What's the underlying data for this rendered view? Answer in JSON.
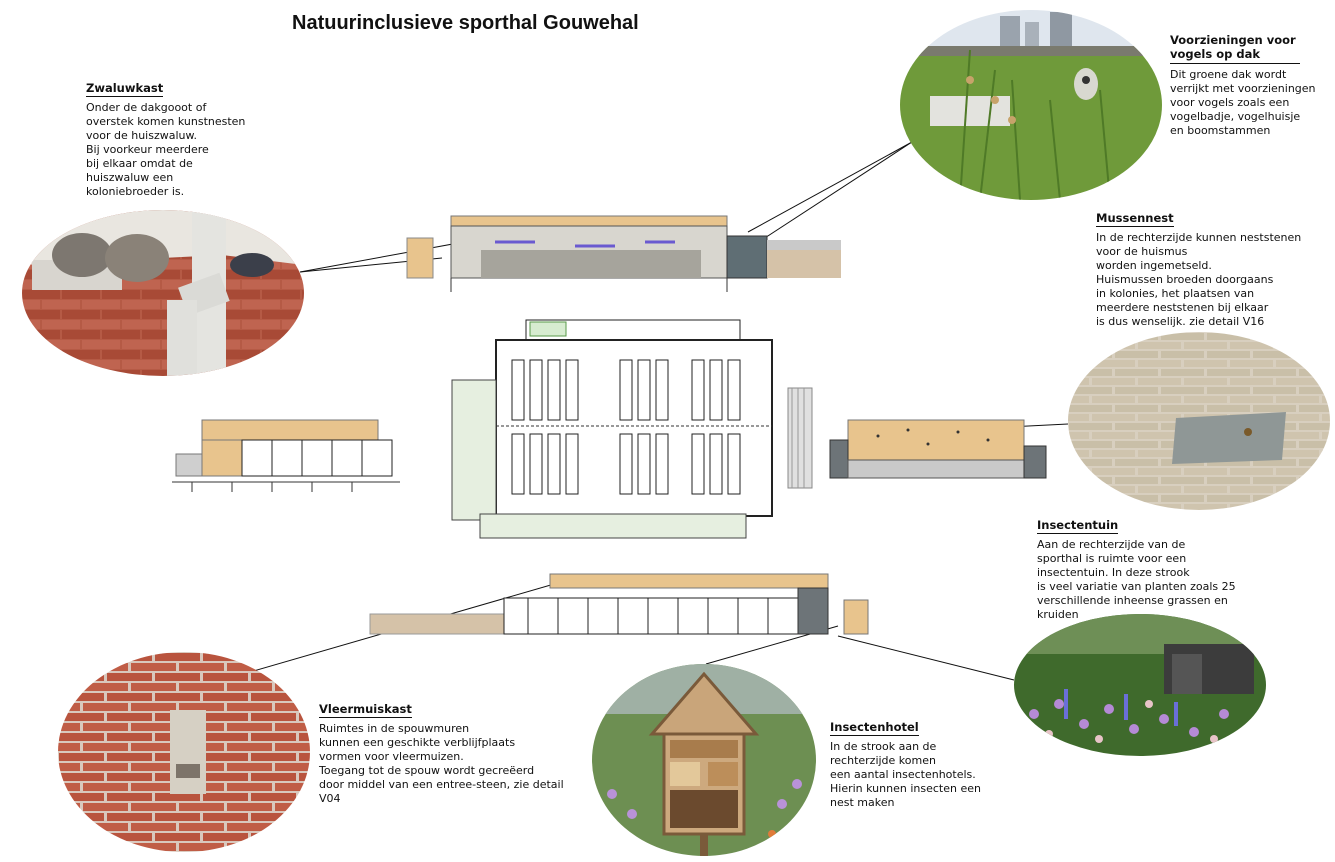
{
  "title": "Natuurinclusieve sporthal Gouwehal",
  "annotations": {
    "zwaluwkast": {
      "heading": "Zwaluwkast",
      "lines": [
        "Onder de dakgooot of",
        "overstek komen kunstnesten",
        "voor de huiszwaluw.",
        "Bij voorkeur meerdere",
        "bij elkaar omdat de",
        "huiszwaluw een",
        "koloniebroeder is."
      ]
    },
    "vogels": {
      "heading_lines": [
        "Voorzieningen voor",
        "vogels op dak"
      ],
      "lines": [
        "Dit groene dak wordt",
        "verrijkt met voorzieningen",
        "voor vogels zoals een",
        "vogelbadje, vogelhuisje",
        "en boomstammen"
      ]
    },
    "mussennest": {
      "heading": "Mussennest",
      "lines": [
        "In de rechterzijde kunnen neststenen",
        "voor de huismus",
        "worden ingemetseld.",
        "Huismussen broeden doorgaans",
        "in kolonies, het plaatsen van",
        "meerdere neststenen bij elkaar",
        "is dus wenselijk. zie detail V16"
      ]
    },
    "insectentuin": {
      "heading": "Insectentuin",
      "lines": [
        "Aan de rechterzijde van de",
        "sporthal is ruimte voor een",
        "insectentuin. In deze strook",
        "is veel variatie van planten zoals 25",
        "verschillende inheense grassen en",
        "kruiden"
      ]
    },
    "vleermuiskast": {
      "heading": "Vleermuiskast",
      "lines": [
        "Ruimtes in de spouwmuren",
        "kunnen een geschikte verblijfplaats",
        "vormen voor vleermuizen.",
        "Toegang tot de spouw wordt gecreëerd",
        "door middel van een entree-steen, zie detail",
        "V04"
      ]
    },
    "insectenhotel": {
      "heading": "Insectenhotel",
      "lines": [
        "In de strook aan de",
        "rechterzijde komen",
        "een aantal insectenhotels.",
        "Hierin kunnen insecten een",
        "nest maken"
      ]
    }
  },
  "colors": {
    "timber": "#e8c48d",
    "brick": "#b5533c",
    "grass": "#6e9a3a",
    "roof_grey": "#9a9a9a",
    "line": "#111111"
  },
  "icons": [
    "swallow-nest-photo",
    "green-roof-photo",
    "sparrow-brick-photo",
    "insect-garden-photo",
    "bat-brick-photo",
    "insect-hotel-photo"
  ]
}
